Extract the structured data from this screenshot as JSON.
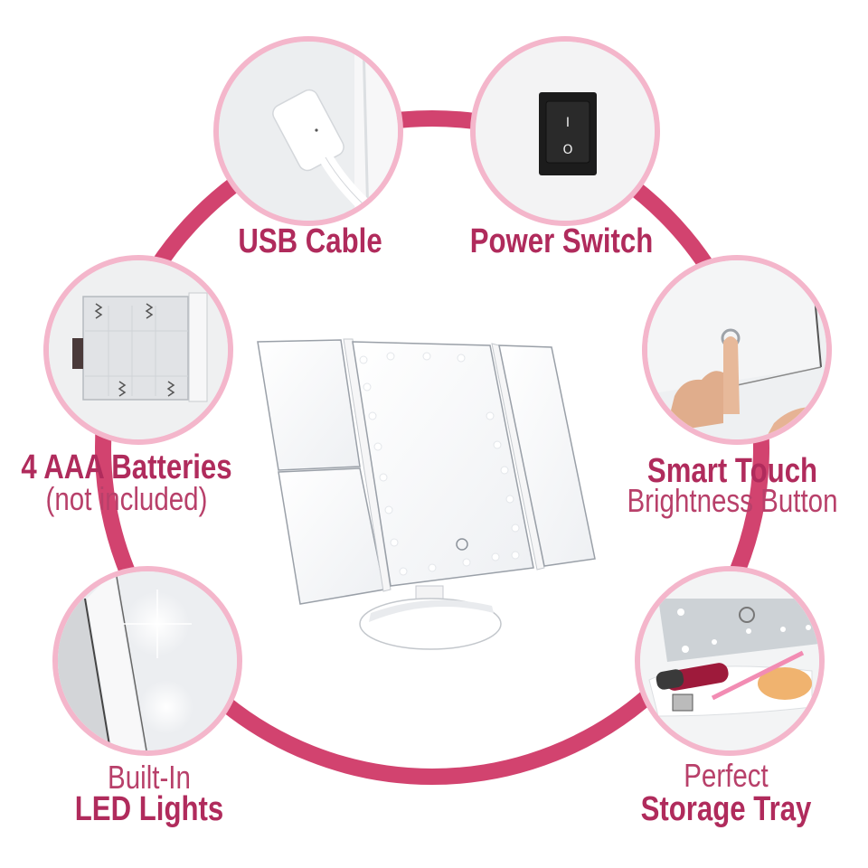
{
  "colors": {
    "ring": "#D2436F",
    "bubble_border": "#F4B6CB",
    "label": "#B02B5C",
    "background": "#FFFFFF"
  },
  "features": [
    {
      "id": "usb",
      "icon": "usb-cable-icon",
      "title": "USB Cable",
      "subtitle": ""
    },
    {
      "id": "power",
      "icon": "power-switch-icon",
      "title": "Power Switch",
      "subtitle": ""
    },
    {
      "id": "batteries",
      "icon": "battery-compartment-icon",
      "title": "4 AAA Batteries",
      "subtitle": "(not included)"
    },
    {
      "id": "touch",
      "icon": "touch-button-icon",
      "title": "Smart Touch",
      "subtitle": "Brightness Button"
    },
    {
      "id": "led",
      "icon": "led-light-icon",
      "prefix": "Built-In",
      "title": "LED Lights"
    },
    {
      "id": "tray",
      "icon": "storage-tray-icon",
      "prefix": "Perfect",
      "title": "Storage Tray"
    }
  ],
  "product": {
    "icon": "trifold-led-mirror-icon",
    "switch_on_symbol": "I",
    "switch_off_symbol": "O"
  }
}
